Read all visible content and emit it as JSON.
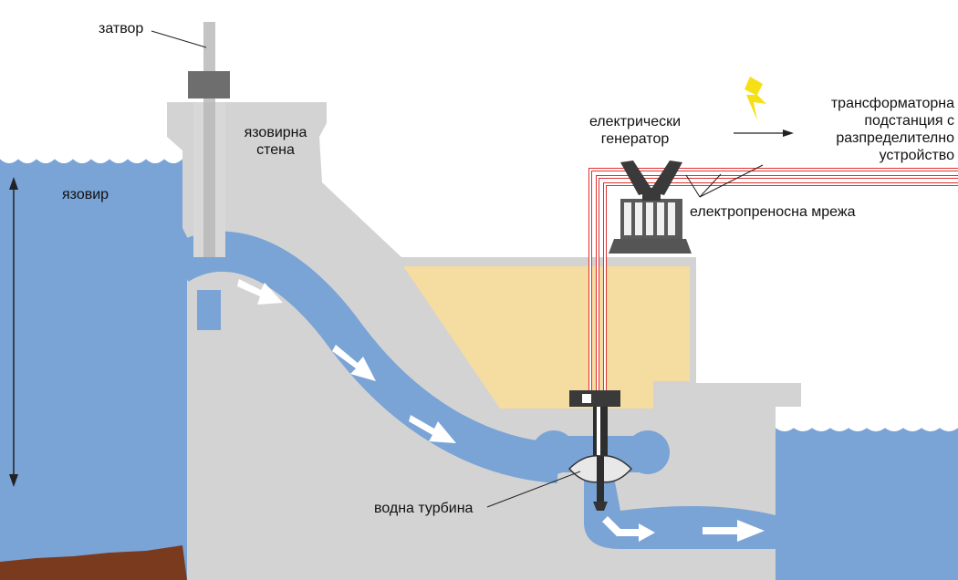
{
  "labels": {
    "gate": "затвор",
    "dam_wall": [
      "язовирна",
      "стена"
    ],
    "reservoir": "язовир",
    "generator": [
      "електрически",
      "генератор"
    ],
    "substation": [
      "трансформаторна",
      "подстанция с",
      "разпределително",
      "устройство"
    ],
    "power_grid": "електропреносна мрежа",
    "turbine": "водна турбина"
  },
  "colors": {
    "water": "#7aa3d6",
    "concrete": "#d3d3d3",
    "powerhouse_room": "#f5dca0",
    "power_line": "#e0302e",
    "sediment": "#7a3a1e",
    "lightning": "#f5e015"
  },
  "icons": [
    "lightning-icon",
    "water-flow-arrows",
    "level-arrow"
  ]
}
